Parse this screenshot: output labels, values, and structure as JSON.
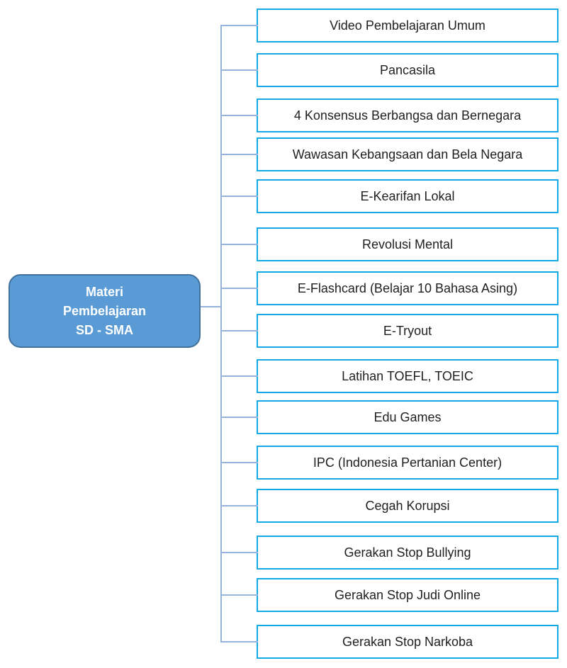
{
  "diagram": {
    "type": "tree",
    "root": {
      "label": "Materi Pembelajaran SD - SMA",
      "label_lines": [
        "Materi",
        "Pembelajaran",
        "SD - SMA"
      ]
    },
    "items": [
      {
        "label": "Video Pembelajaran Umum"
      },
      {
        "label": "Pancasila"
      },
      {
        "label": "4 Konsensus Berbangsa dan Bernegara"
      },
      {
        "label": "Wawasan Kebangsaan dan Bela Negara"
      },
      {
        "label": "E-Kearifan Lokal"
      },
      {
        "label": "Revolusi Mental"
      },
      {
        "label": "E-Flashcard (Belajar 10 Bahasa Asing)"
      },
      {
        "label": "E-Tryout"
      },
      {
        "label": "Latihan TOEFL, TOEIC"
      },
      {
        "label": "Edu Games"
      },
      {
        "label": "IPC (Indonesia Pertanian Center)"
      },
      {
        "label": "Cegah Korupsi"
      },
      {
        "label": "Gerakan Stop Bullying"
      },
      {
        "label": "Gerakan Stop Judi Online"
      },
      {
        "label": "Gerakan Stop Narkoba"
      }
    ],
    "colors": {
      "root_fill": "#5B9BD5",
      "root_border": "#41719C",
      "root_text": "#FFFFFF",
      "item_border": "#12A9E4",
      "item_fill": "#FFFFFF",
      "item_text": "#1F1F1F",
      "connector": "#95B3DC",
      "background": "#FFFFFF"
    }
  }
}
